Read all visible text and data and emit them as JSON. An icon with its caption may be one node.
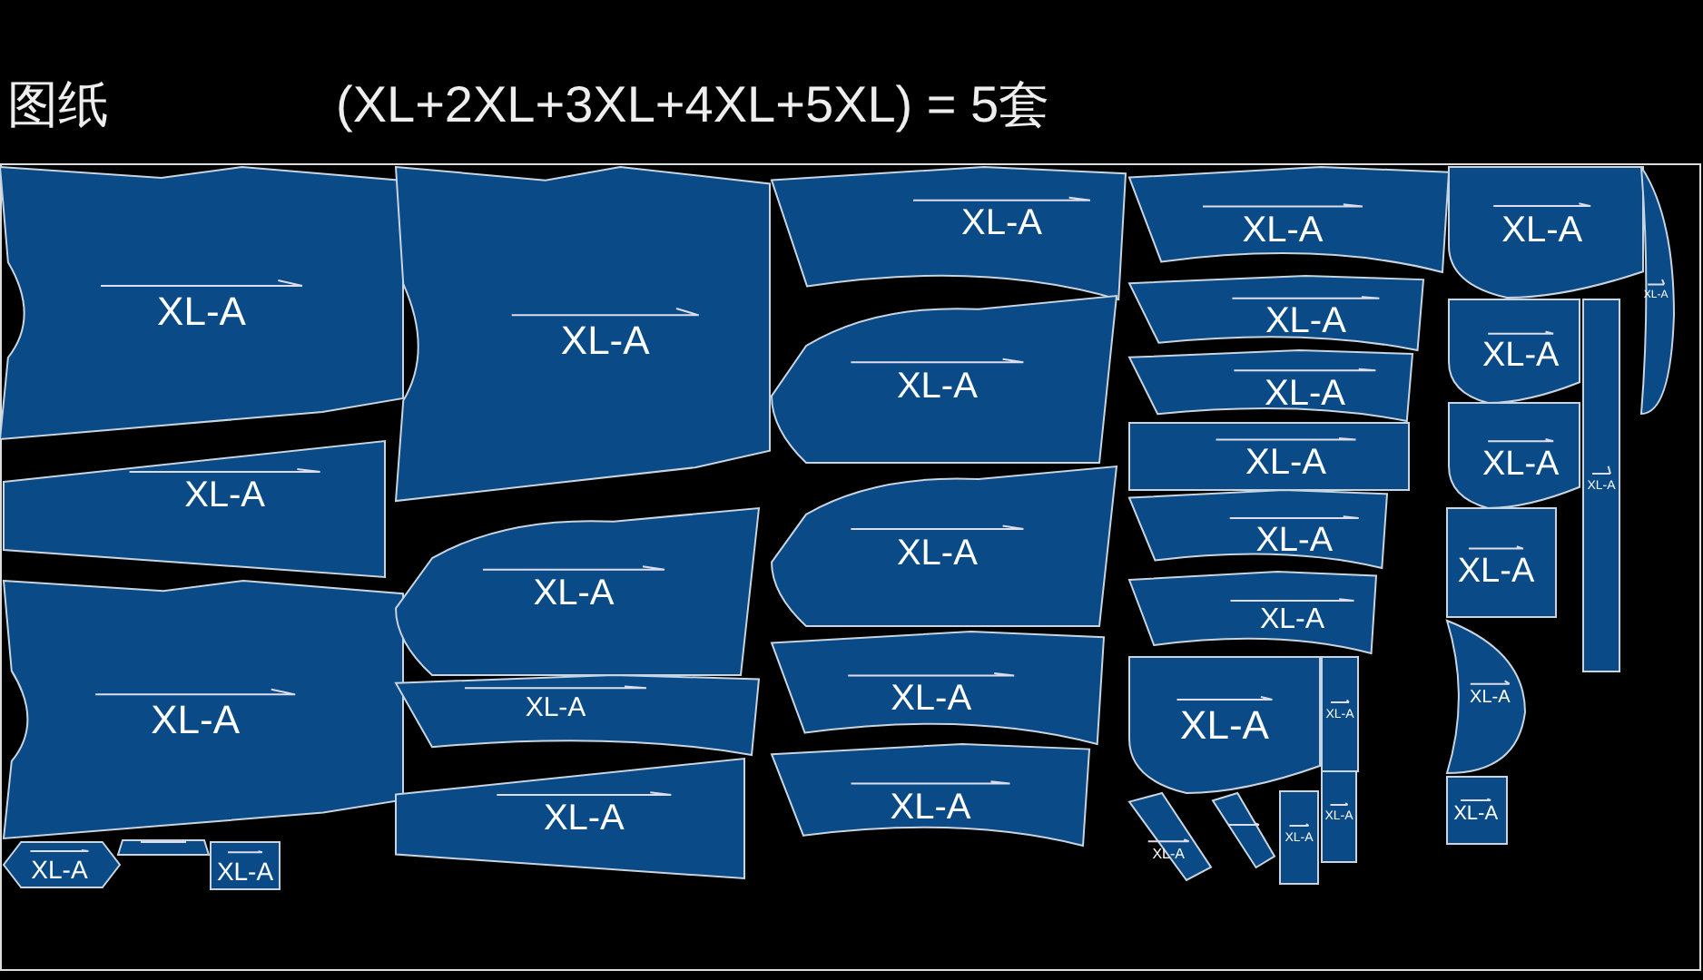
{
  "diagram": {
    "nodes": [
      {
        "text": [
          "XL-A"
        ]
      },
      {
        "text": [
          "XL-A"
        ]
      },
      {
        "text": [
          "XL-A"
        ]
      },
      {
        "text": [
          "XL-A"
        ]
      },
      {
        "text": [],
        "shape": "bar"
      },
      {
        "text": [
          "XL-A"
        ]
      },
      {
        "text": [
          "XL-A"
        ]
      },
      {
        "text": [
          "XL-A"
        ]
      },
      {
        "text": [
          "XL-A"
        ]
      },
      {
        "text": [
          "XL-A"
        ]
      },
      {
        "text": [
          "XL-A"
        ]
      },
      {
        "text": [
          "XL-A"
        ]
      },
      {
        "text": [
          "XL-A"
        ]
      },
      {
        "text": [
          "XL-A"
        ]
      },
      {
        "text": [
          "XL-A"
        ]
      },
      {
        "text": [
          "XL-A"
        ]
      },
      {
        "text": [
          "XL-A"
        ]
      },
      {
        "text": [
          "XL-A"
        ]
      },
      {
        "text": [
          "XL-A"
        ]
      },
      {
        "text": [
          "XL-A"
        ]
      },
      {
        "text": [
          "XL-A"
        ]
      },
      {
        "text": [
          "XL-A"
        ]
      },
      {
        "text": [
          "XL-A"
        ]
      },
      {
        "text": [
          "XL-A"
        ]
      },
      {
        "text": [
          "XL-A"
        ]
      },
      {
        "text": [],
        "shape": "bar"
      },
      {
        "text": [
          "XL-A"
        ]
      },
      {
        "text": [
          "XL-A"
        ]
      },
      {
        "text": [
          "XL-A"
        ]
      },
      {
        "text": [
          "XL-A"
        ]
      },
      {
        "text": [
          "XL-A"
        ]
      },
      {
        "text": [
          "XL-A"
        ]
      },
      {
        "text": [
          "XL-A"
        ]
      },
      {
        "text": [
          "XL-A"
        ]
      },
      {
        "text": [
          "XL-A"
        ]
      }
    ],
    "title": "图纸",
    "labels": [
      "(XL+2XL+3XL+4XL+5XL) = 5套"
    ]
  }
}
